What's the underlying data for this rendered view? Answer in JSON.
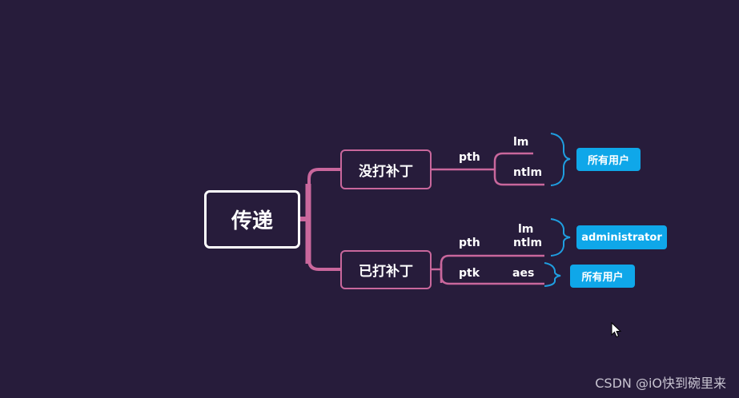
{
  "root": {
    "label": "传递"
  },
  "branches": [
    {
      "label": "没打补丁"
    },
    {
      "label": "已打补丁"
    }
  ],
  "leaves": {
    "unpatched_pth": "pth",
    "unpatched_lm": "lm",
    "unpatched_ntlm": "ntlm",
    "patched_pth": "pth",
    "patched_lm": "lm",
    "patched_ntlm": "ntlm",
    "patched_ptk": "ptk",
    "patched_aes": "aes"
  },
  "tags": {
    "unpatched_users": "所有用户",
    "patched_admin": "administrator",
    "patched_users": "所有用户"
  },
  "colors": {
    "background": "#271c3b",
    "branch_line": "#c9679c",
    "bracket": "#1f9ee0",
    "tag": "#0fa7e9",
    "root_border": "#ffffff"
  },
  "watermark": "CSDN @iO快到碗里来"
}
